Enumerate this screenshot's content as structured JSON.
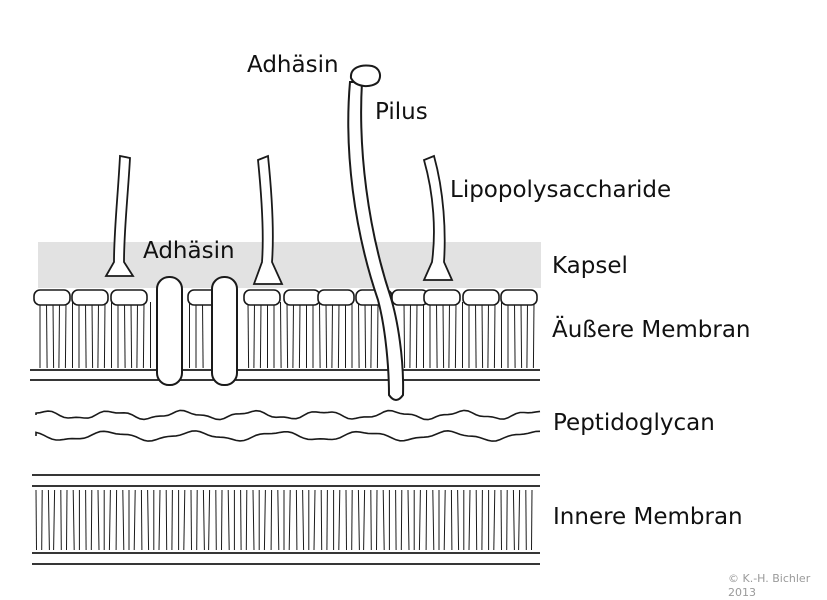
{
  "labels": {
    "adhesin_top": "Adhäsin",
    "pilus": "Pilus",
    "lps": "Lipopolysaccharide",
    "adhesin_mid": "Adhäsin",
    "capsule": "Kapsel",
    "outer_membrane": "Äußere Membran",
    "peptidoglycan": "Peptidoglycan",
    "inner_membrane": "Innere Membran"
  },
  "credit": {
    "line1": "© K.-H. Bichler",
    "line2": "2013"
  },
  "colors": {
    "ink": "#1a1a1a",
    "capsule_fill": "#e2e2e2",
    "background": "#ffffff"
  }
}
